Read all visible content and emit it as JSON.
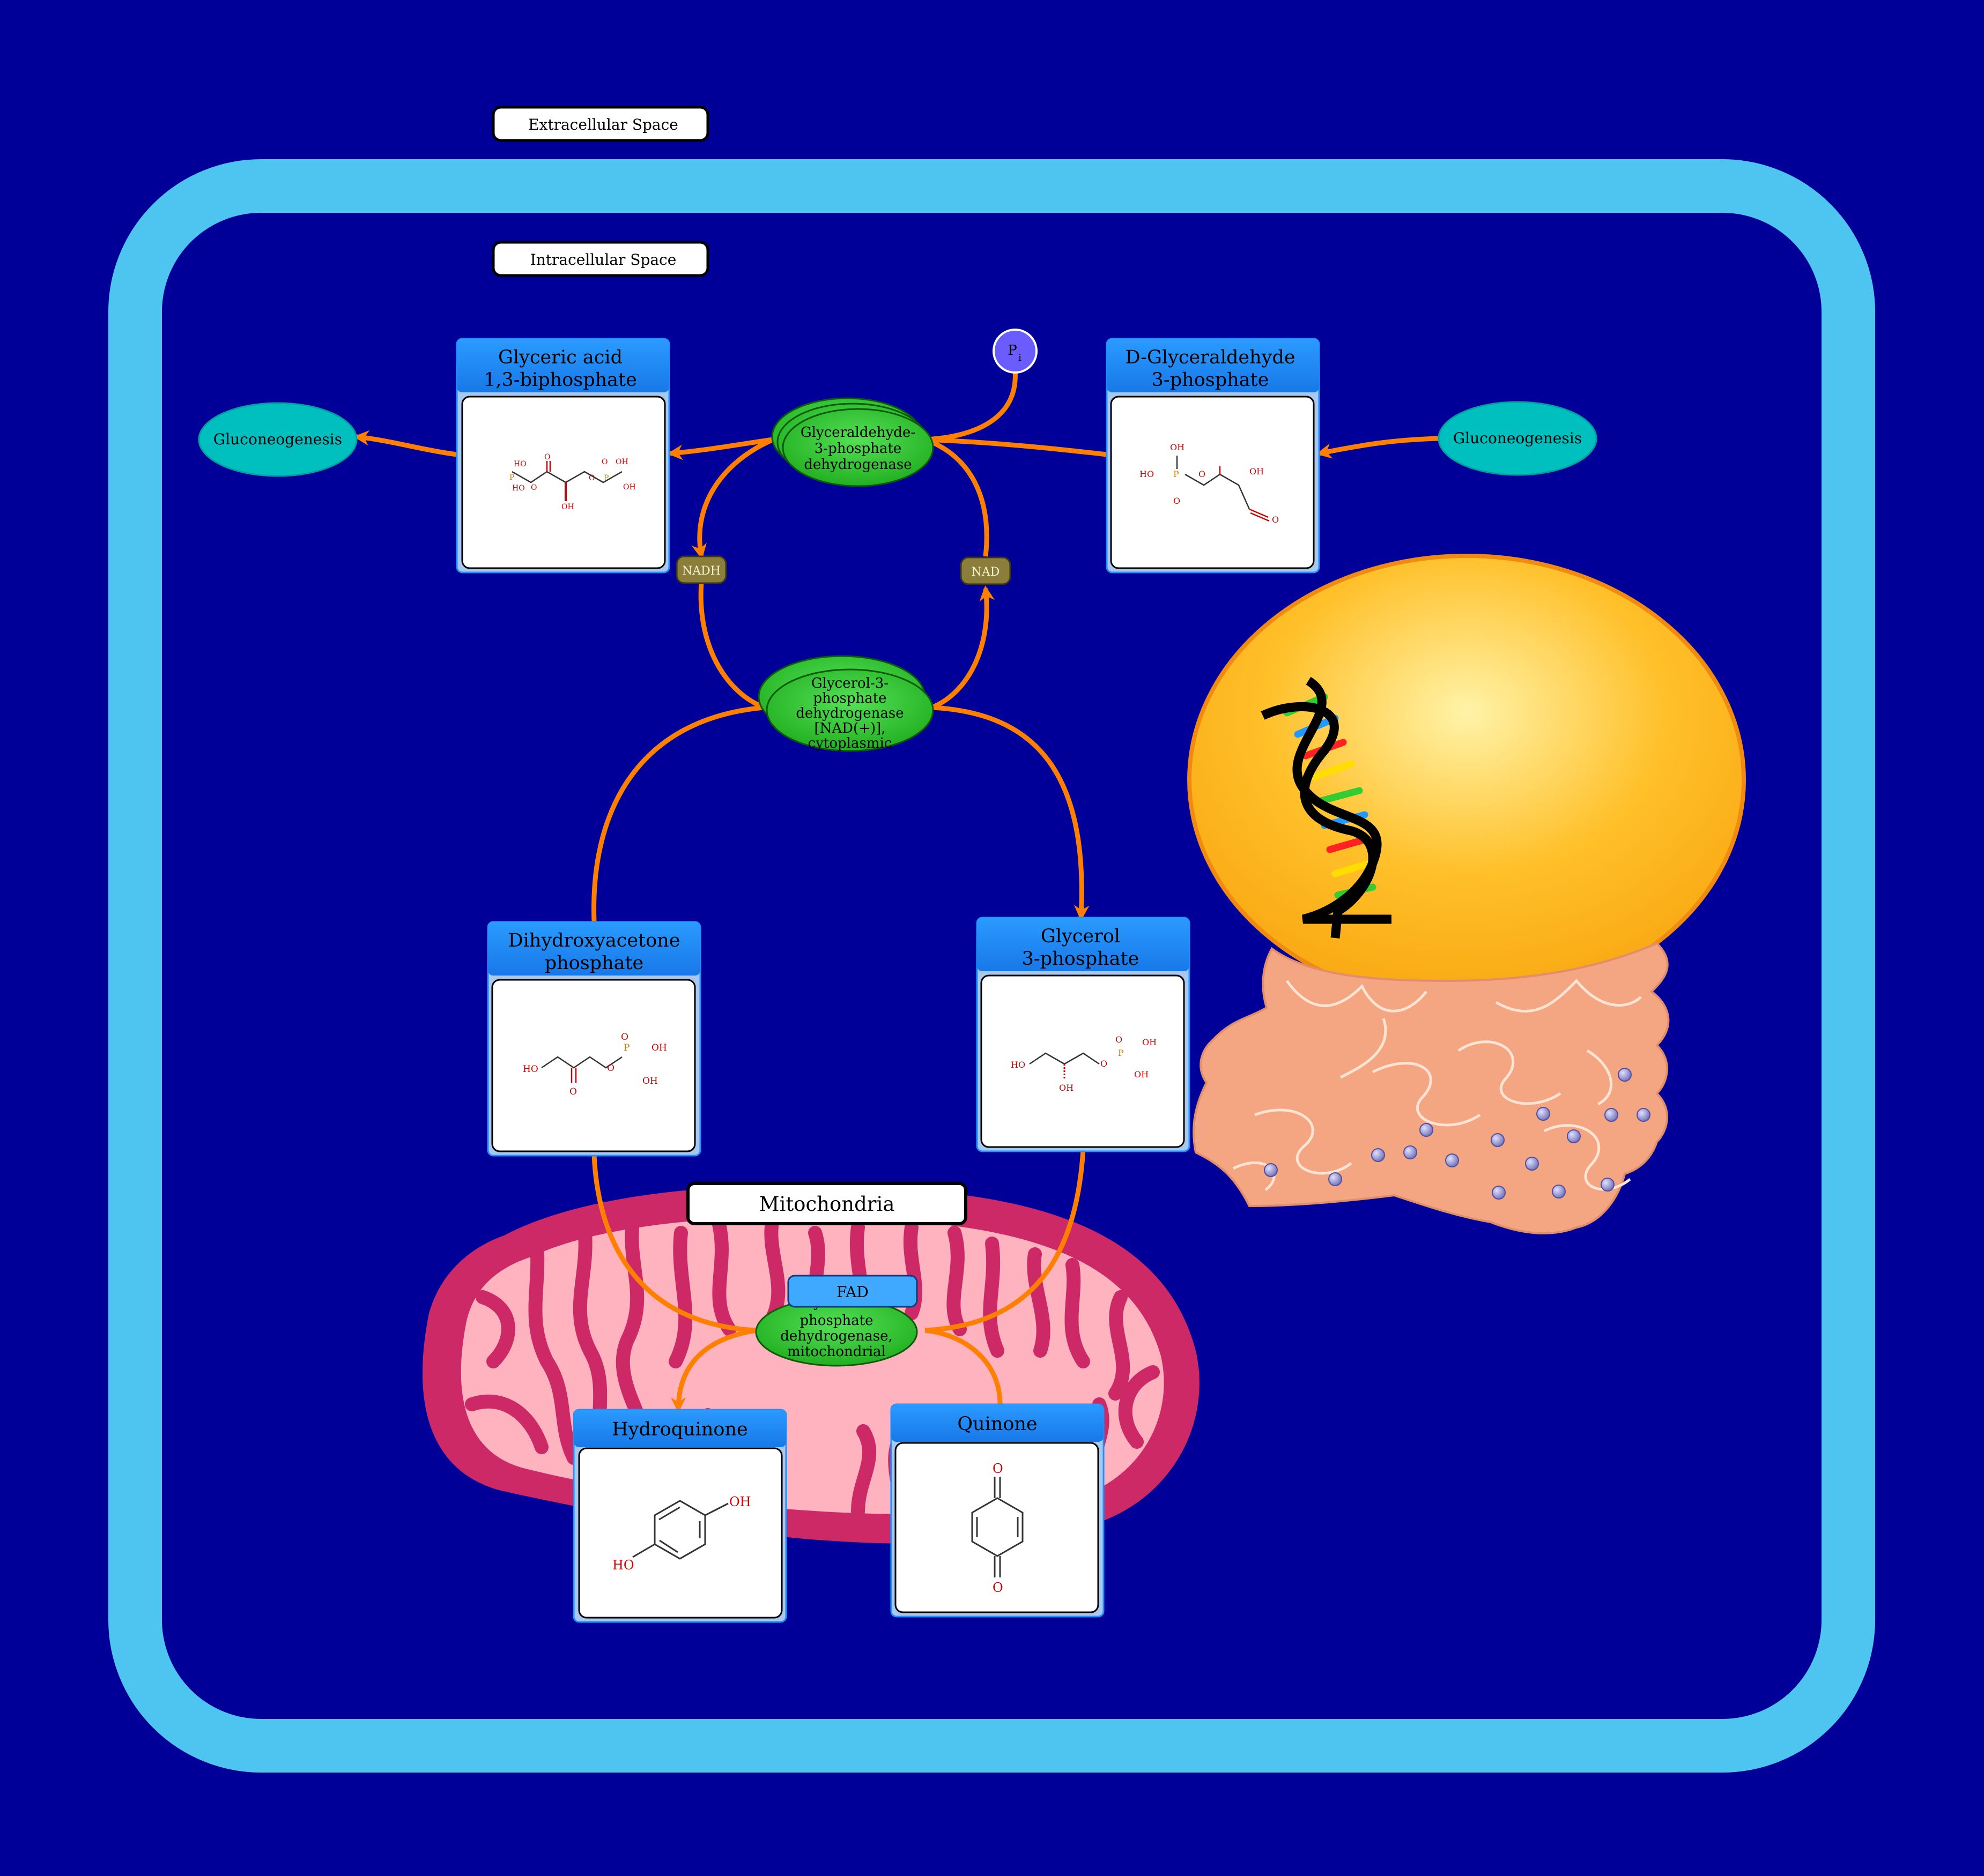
{
  "colors": {
    "background": "#000099",
    "membrane": "#4DC5F0",
    "arrow": "#FF8000",
    "enzyme": "#33CC33",
    "compound_header": "#1E90FF",
    "pathway": "#00BFBF",
    "cofactor": "#8B7D3A",
    "phosphate": "#6A5CFF",
    "mito_outer": "#CC2966",
    "mito_inner": "#FFB3BF",
    "nucleus": "#FFB81C",
    "er": "#F4A582"
  },
  "labels": {
    "extracellular": "Extracellular Space",
    "intracellular": "Intracellular Space",
    "mitochondria": "Mitochondria"
  },
  "compounds": {
    "glyceric_acid": {
      "line1": "Glyceric acid",
      "line2": "1,3-biphosphate"
    },
    "gap": {
      "line1": "D-Glyceraldehyde",
      "line2": "3-phosphate"
    },
    "dhap": {
      "line1": "Dihydroxyacetone",
      "line2": "phosphate"
    },
    "g3p": {
      "line1": "Glycerol",
      "line2": "3-phosphate"
    },
    "hydroquinone": {
      "line1": "Hydroquinone"
    },
    "quinone": {
      "line1": "Quinone"
    }
  },
  "enzymes": {
    "gapdh": [
      "Glyceraldehyde-",
      "3-phosphate",
      "dehydrogenase"
    ],
    "gpd1": [
      "Glycerol-3-",
      "phosphate",
      "dehydrogenase",
      "[NAD(+)],",
      "cytoplasmic"
    ],
    "gpd2": [
      "Glycerol-3-",
      "phosphate",
      "dehydrogenase,",
      "mitochondrial"
    ]
  },
  "cofactors": {
    "nadh": "NADH",
    "nad": "NAD",
    "fad": "FAD"
  },
  "pathways": {
    "left": "Gluconeogenesis",
    "right": "Gluconeogenesis"
  },
  "phosphate": {
    "main": "P",
    "sub": "i"
  },
  "atoms": {
    "ho": "HO",
    "oh": "OH",
    "o": "O",
    "p": "P"
  }
}
